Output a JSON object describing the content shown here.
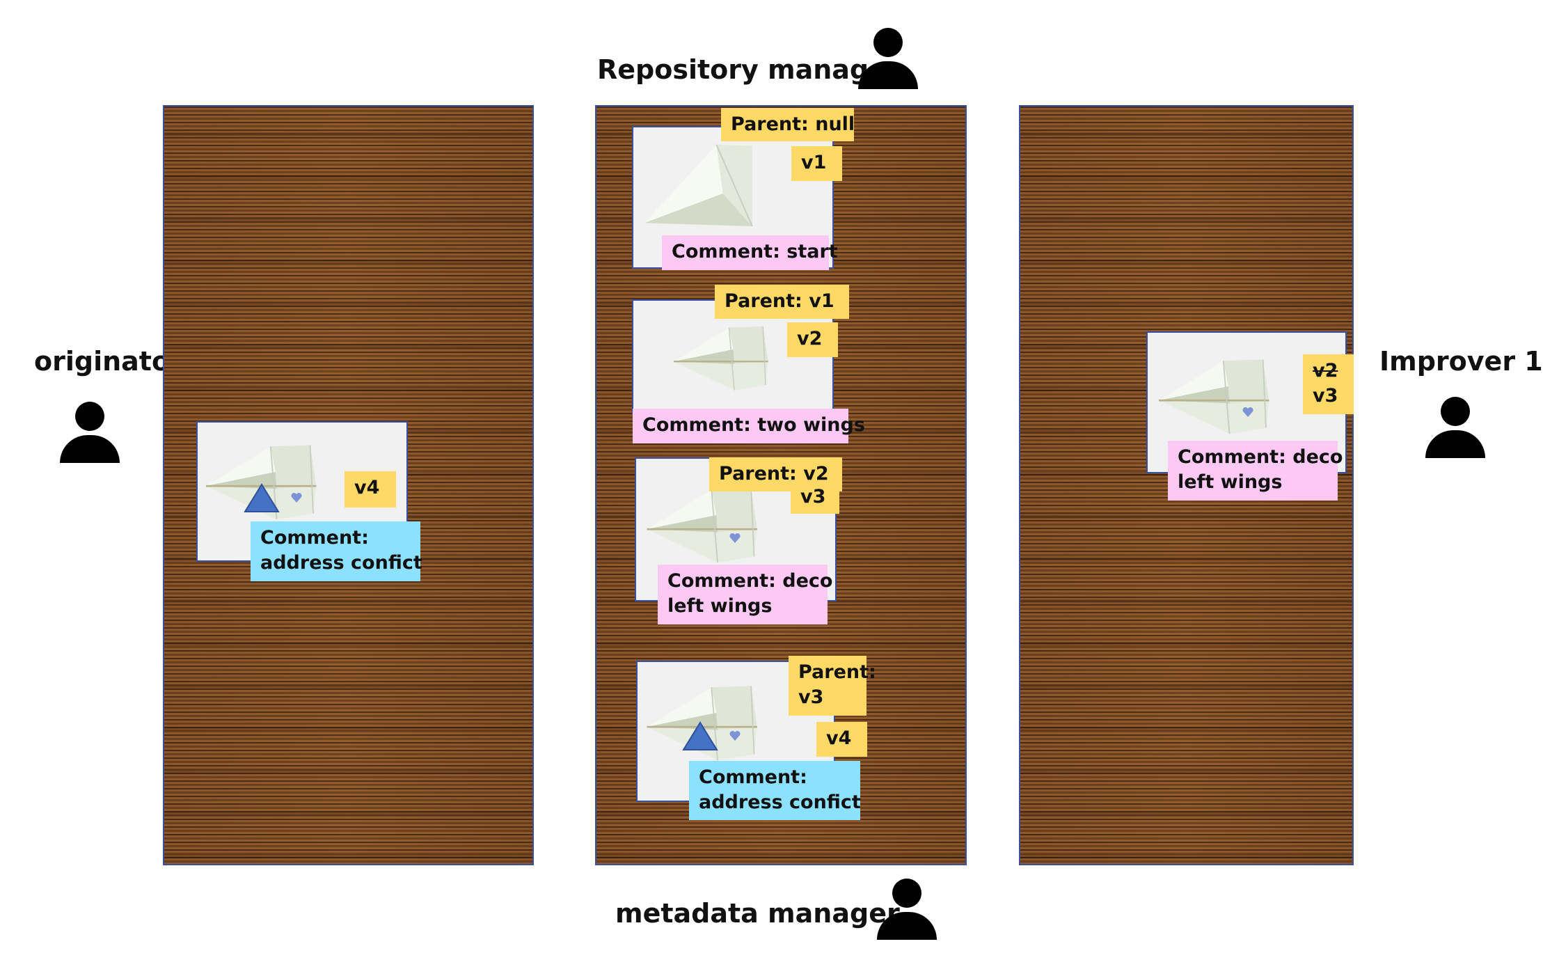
{
  "roles": {
    "repository_manager": "Repository manager",
    "metadata_manager": "metadata manager",
    "originator": "originator",
    "improver": "Improver 1"
  },
  "icons": [
    "person-icon",
    "paper-plane-icon",
    "triangle-icon",
    "heart-icon"
  ],
  "colors": {
    "note_yellow": "#ffd966",
    "note_pink": "#fbc9f4",
    "note_blue": "#8ce1ff",
    "board_wood": "#7a4a22",
    "border": "#3a4f9e",
    "triangle": "#4472c4"
  },
  "originator_board": {
    "v4": {
      "version": "v4",
      "comment_line1": "Comment:",
      "comment_line2": "address confict"
    }
  },
  "repository_board": {
    "v1": {
      "parent": "Parent: null",
      "version": "v1",
      "comment": "Comment: start"
    },
    "v2": {
      "parent": "Parent: v1",
      "version": "v2",
      "comment": "Comment: two wings"
    },
    "v3": {
      "parent": "Parent: v2",
      "version": "v3",
      "comment_line1": "Comment: deco",
      "comment_line2": "left wings"
    },
    "v4": {
      "parent_line1": "Parent:",
      "parent_line2": "v3",
      "version": "v4",
      "comment_line1": "Comment:",
      "comment_line2": "address confict"
    }
  },
  "improver_board": {
    "v3": {
      "old_version": "v2",
      "version": "v3",
      "comment_line1": "Comment: deco",
      "comment_line2": "left wings"
    }
  }
}
